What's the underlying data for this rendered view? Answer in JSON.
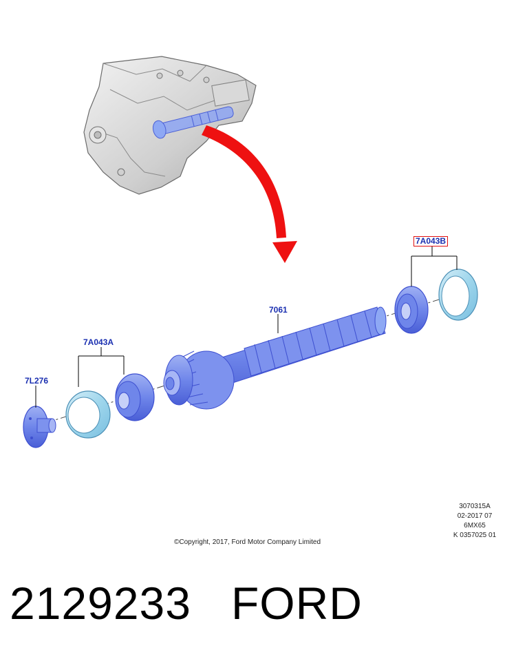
{
  "callouts": {
    "shaft": "7061",
    "bearing_right": "7A043B",
    "bearing_left": "7A043A",
    "flange": "7L276"
  },
  "reference": {
    "line1": "3070315A",
    "line2": "02-2017 07",
    "line3": "6MX65",
    "line4": "K 0357025 01"
  },
  "copyright": "©Copyright, 2017, Ford Motor Company Limited",
  "footer": {
    "part_number": "2129233",
    "brand": "FORD"
  },
  "colors": {
    "part_blue": "#6f86ea",
    "part_dark": "#3d4fd0",
    "ring_cyan": "#9fd6ec",
    "arrow_red": "#ee1111",
    "callout_text": "#1a2fb0",
    "highlight_box": "#e01010"
  }
}
